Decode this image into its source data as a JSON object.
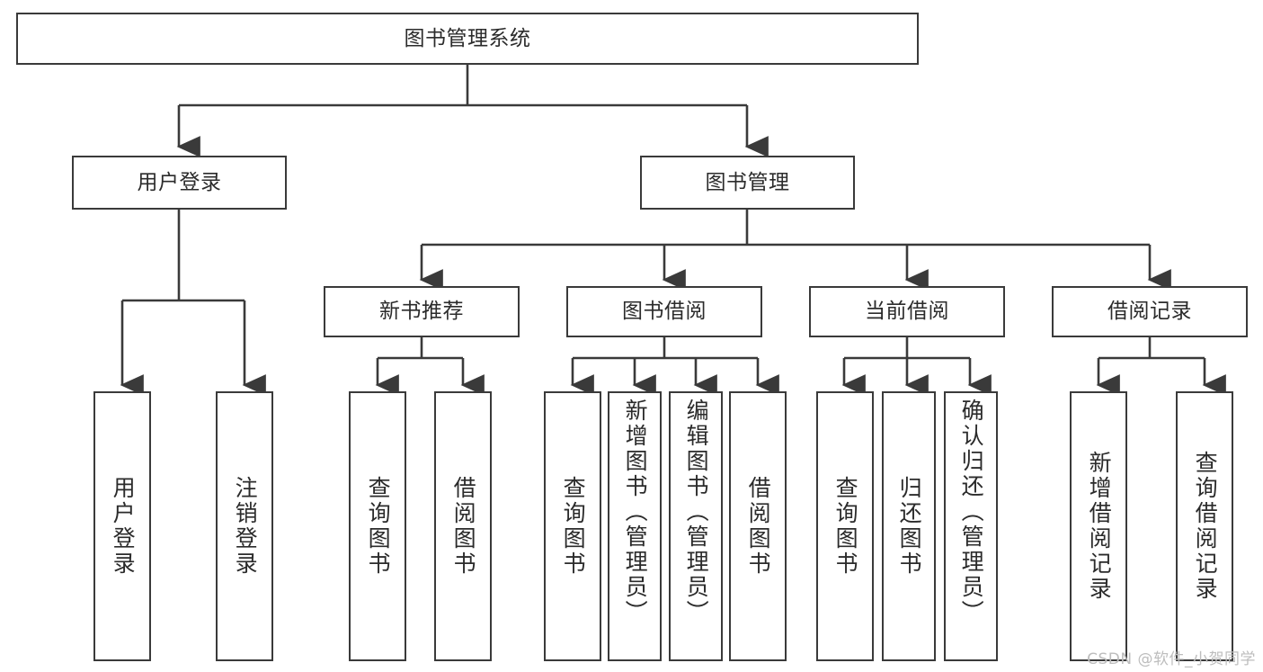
{
  "diagram": {
    "title": "图书管理系统",
    "type": "tree",
    "watermark": "CSDN @软件_小贺同学",
    "stroke_color": "#3a3a3a",
    "text_color": "#2b2b2b",
    "background_color": "#ffffff",
    "watermark_color": "#bdbdbd"
  },
  "nodes": {
    "root": {
      "label": "图书管理系统",
      "level": 1
    },
    "l2": [
      {
        "id": "user-login",
        "label": "用户登录"
      },
      {
        "id": "book-manage",
        "label": "图书管理"
      }
    ],
    "l3": [
      {
        "id": "new-book-recommend",
        "label": "新书推荐"
      },
      {
        "id": "book-borrow",
        "label": "图书借阅"
      },
      {
        "id": "current-borrow",
        "label": "当前借阅"
      },
      {
        "id": "borrow-record",
        "label": "借阅记录"
      }
    ],
    "leaves": [
      {
        "id": "leaf-user-login",
        "label": "用户登录",
        "parent": "user-login"
      },
      {
        "id": "leaf-user-logout",
        "label": "注销登录",
        "parent": "user-login"
      },
      {
        "id": "leaf-query-book-1",
        "label": "查询图书",
        "parent": "new-book-recommend"
      },
      {
        "id": "leaf-borrow-book-1",
        "label": "借阅图书",
        "parent": "new-book-recommend"
      },
      {
        "id": "leaf-query-book-2",
        "label": "查询图书",
        "parent": "book-borrow"
      },
      {
        "id": "leaf-add-book",
        "label": "新增图书（管理员）",
        "parent": "book-borrow"
      },
      {
        "id": "leaf-edit-book",
        "label": "编辑图书（管理员）",
        "parent": "book-borrow"
      },
      {
        "id": "leaf-borrow-book-2",
        "label": "借阅图书",
        "parent": "book-borrow"
      },
      {
        "id": "leaf-query-book-3",
        "label": "查询图书",
        "parent": "current-borrow"
      },
      {
        "id": "leaf-return-book",
        "label": "归还图书",
        "parent": "current-borrow"
      },
      {
        "id": "leaf-confirm-return",
        "label": "确认归还（管理员）",
        "parent": "current-borrow"
      },
      {
        "id": "leaf-add-record",
        "label": "新增借阅记录",
        "parent": "borrow-record"
      },
      {
        "id": "leaf-query-record",
        "label": "查询借阅记录",
        "parent": "borrow-record"
      }
    ]
  }
}
